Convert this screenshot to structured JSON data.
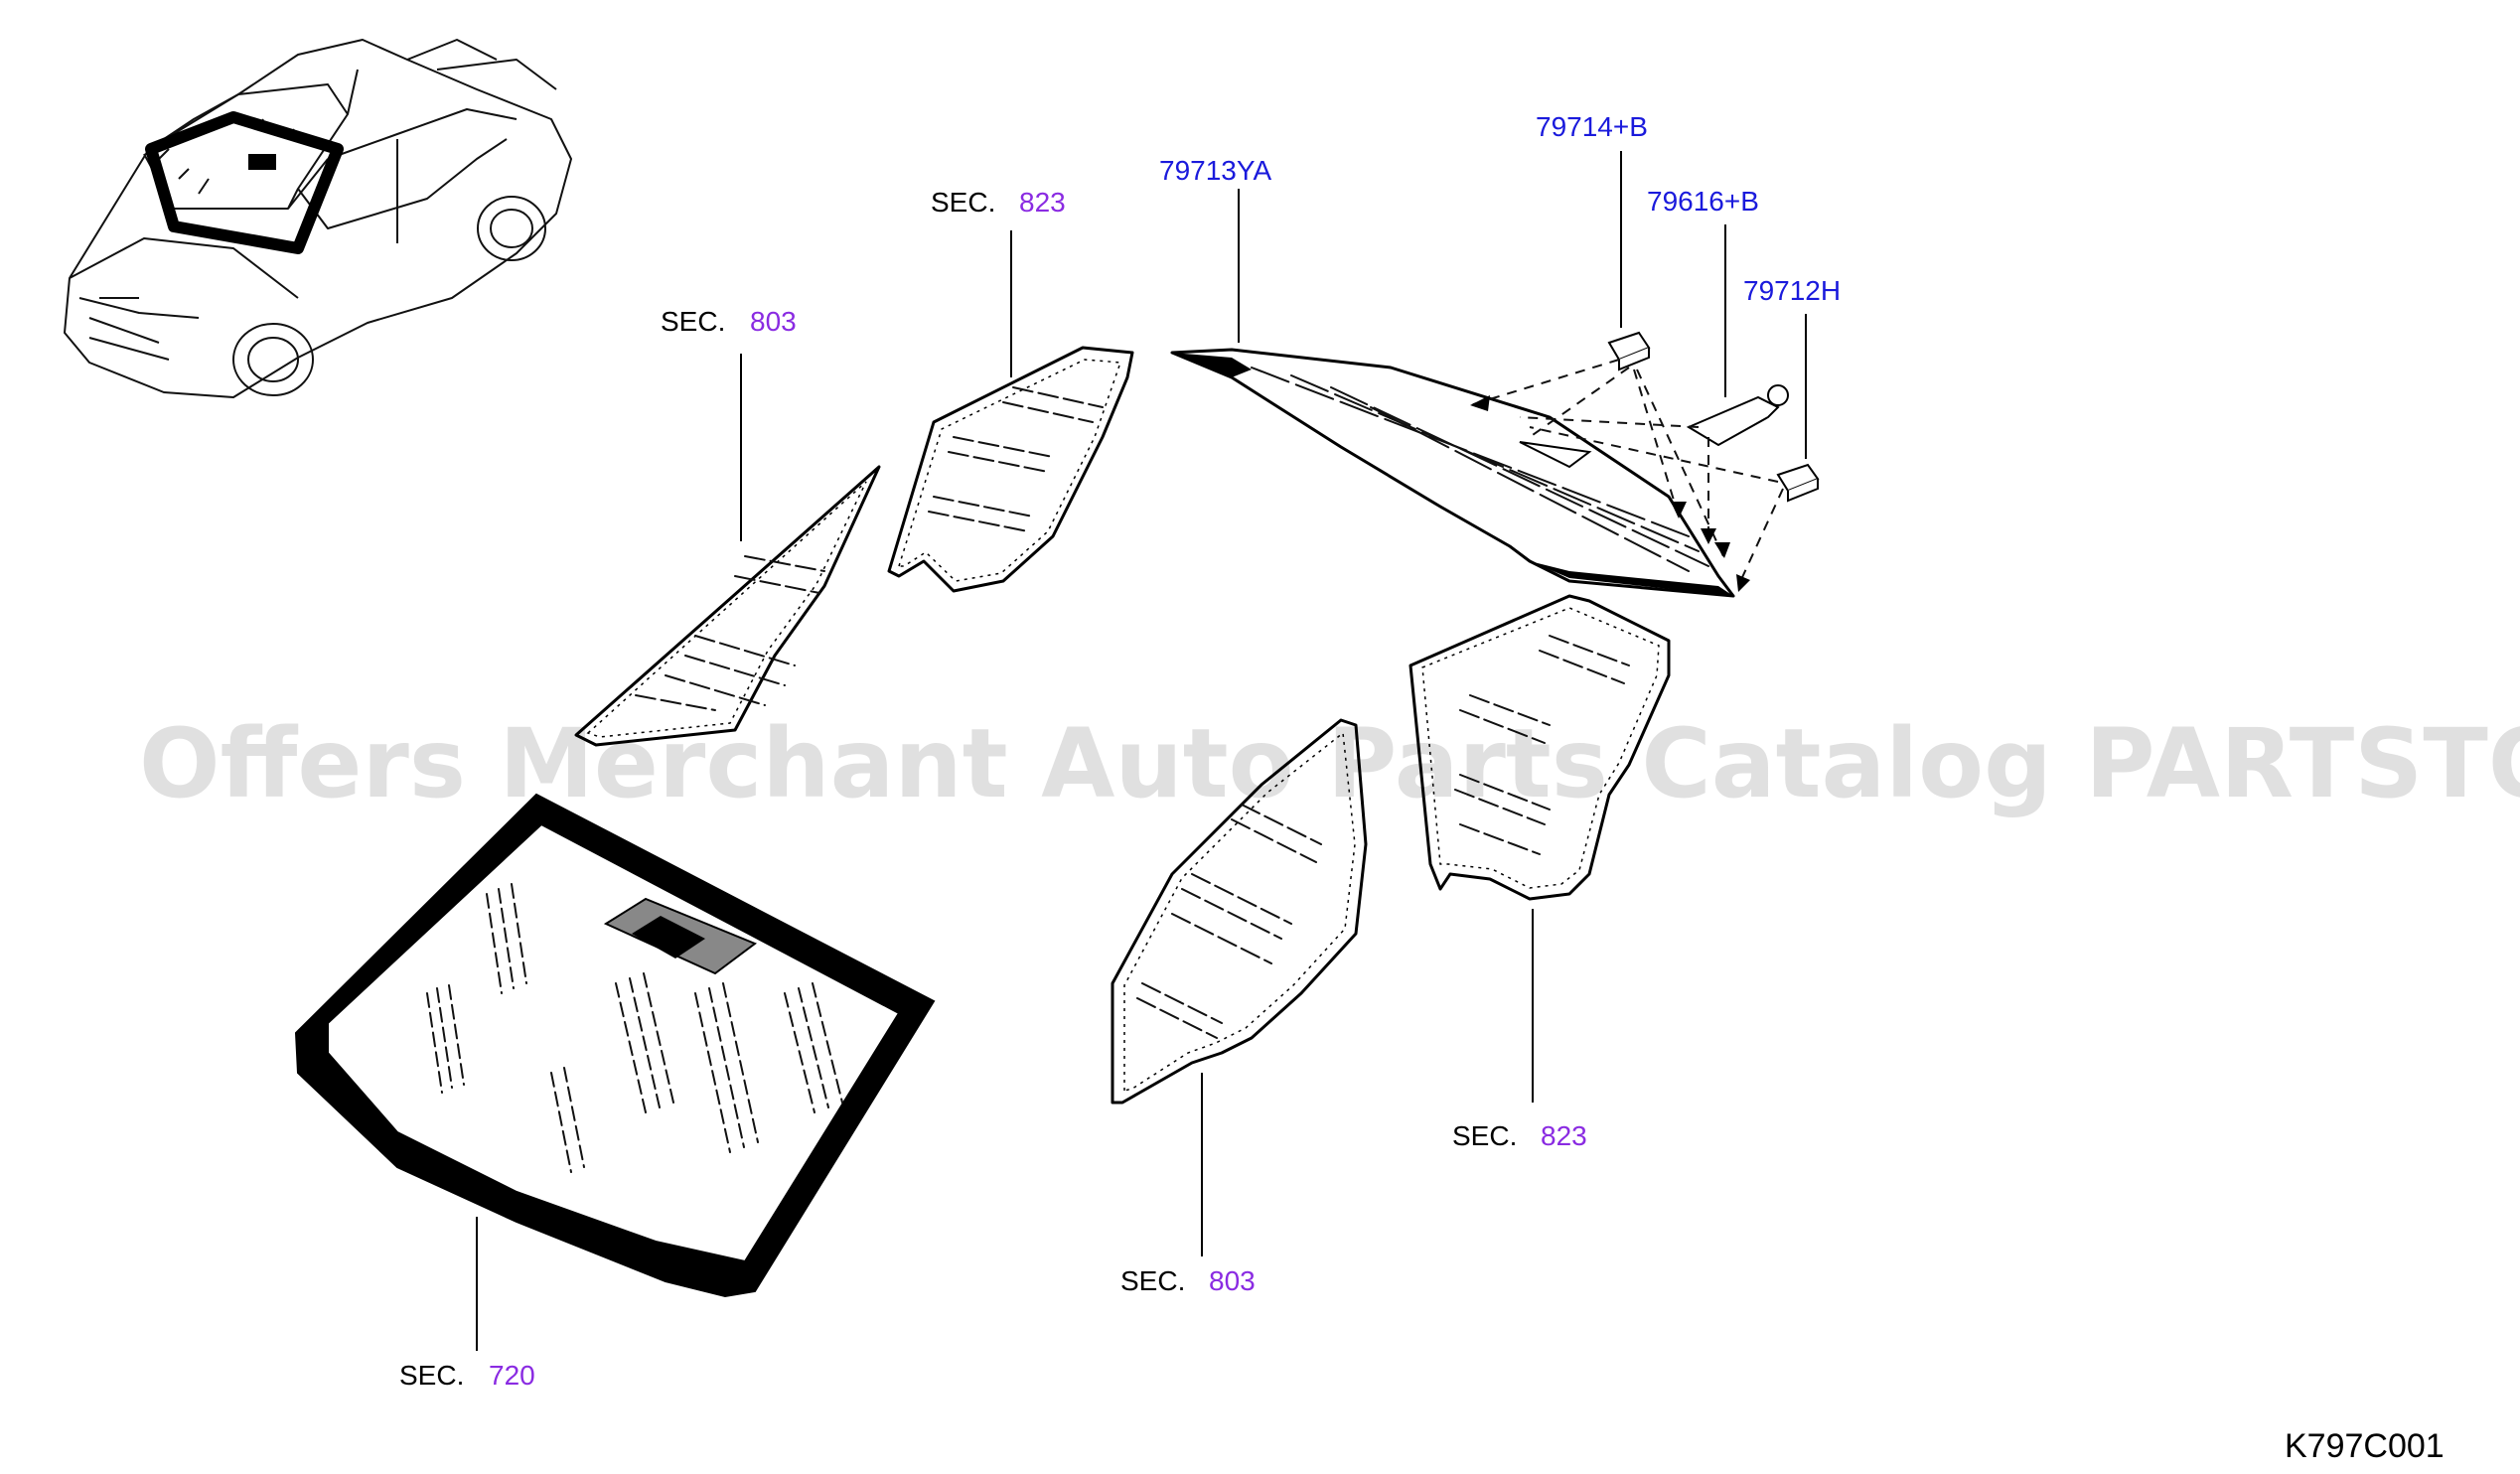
{
  "colors": {
    "part_number": "#1a1adc",
    "section_number": "#8a2be2",
    "ink": "#000000"
  },
  "watermark": "Offers Merchant Auto Parts Catalog PARTSTORE.SA",
  "diagram_code": "K797C001",
  "sec_prefix": "SEC.",
  "sections": [
    {
      "id": "windshield",
      "number": "720"
    },
    {
      "id": "front-door-glass-left",
      "number": "803"
    },
    {
      "id": "rear-door-glass-left",
      "number": "823"
    },
    {
      "id": "front-door-glass-right",
      "number": "803"
    },
    {
      "id": "rear-door-glass-right",
      "number": "823"
    }
  ],
  "parts": [
    {
      "id": "rear-window-glass",
      "number": "79713YA"
    },
    {
      "id": "rear-window-spacer",
      "number": "79714+B"
    },
    {
      "id": "rear-window-clip",
      "number": "79616+B"
    },
    {
      "id": "rear-window-fastener",
      "number": "79712H"
    }
  ],
  "icons": {
    "car": "sedan-isometric-icon"
  }
}
